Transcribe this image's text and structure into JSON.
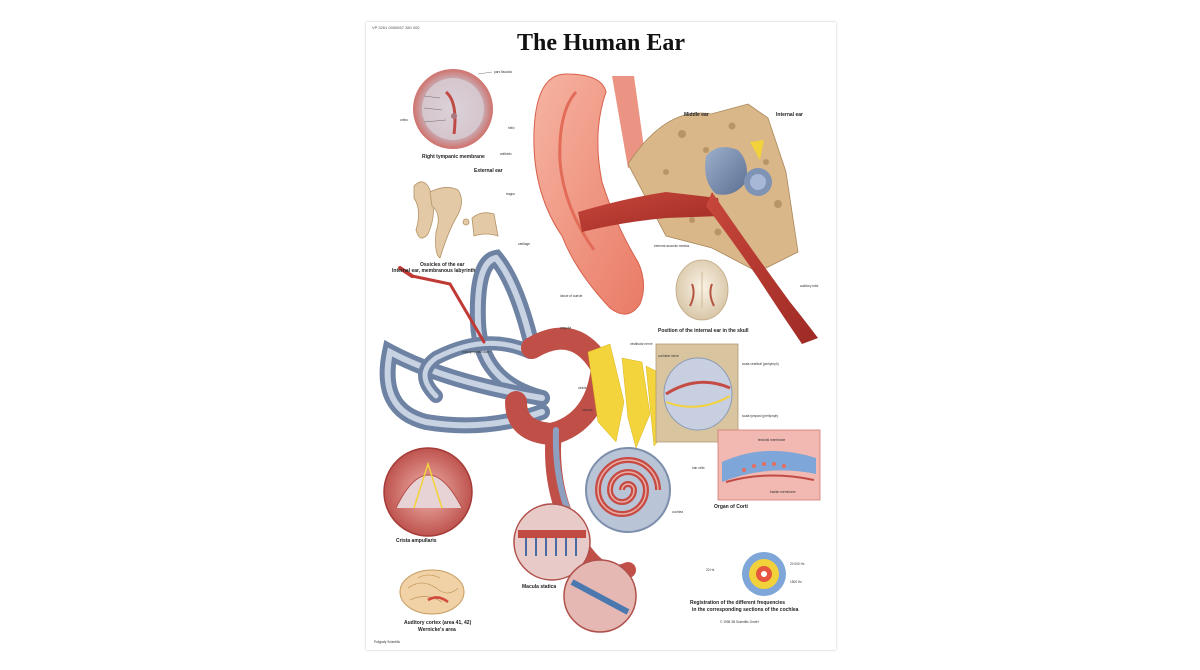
{
  "poster": {
    "title": "The Human Ear",
    "code": "VP 3261 0000657 280 000",
    "publisher": "© 1998 3B Scientific GmbH",
    "footer_left": "Poligrafy Scientific"
  },
  "captions": {
    "tympanic": "Right tympanic membrane",
    "ossicles": "Ossicles of the ear",
    "labyrinth": "Internal ear, membranous labyrinth",
    "external_ear": "External ear",
    "middle_ear": "Middle ear",
    "internal_ear": "Internal ear",
    "skull_position": "Position of the internal ear in the skull",
    "crista": "Crista ampullaris",
    "macula": "Macula statica",
    "corti": "Organ of Corti",
    "auditory_cortex_1": "Auditory cortex (area 41, 42)",
    "auditory_cortex_2": "Wernicke's area",
    "frequency_1": "Registration of the different frequencies",
    "frequency_2": "in the corresponding sections of the cochlea"
  },
  "labels": {
    "pars_flaccida": "pars flaccida",
    "umbo": "umbo",
    "lobule": "lobule of auricle",
    "helix": "helix",
    "antihelix": "antihelix",
    "tragus": "tragus",
    "cartilage": "cartilage",
    "ext_meatus": "external acoustic meatus",
    "eustachian": "auditory tube",
    "cochlea": "cochlea",
    "vestibular_nerve": "vestibular nerve",
    "cochlear_nerve": "cochlear nerve",
    "utricle": "utricle",
    "saccule": "saccule",
    "ampulla": "ampulla",
    "endolymphatic_duct": "endolymphatic duct",
    "scala_vestibuli": "scala vestibuli (perilymph)",
    "scala_tympani": "scala tympani (perilymph)",
    "tectorial": "tectorial membrane",
    "hair_cells": "hair cells",
    "basilar": "basilar membrane",
    "freq_a": "20 000 Hz",
    "freq_b": "1500 Hz",
    "freq_c": "20 Hz"
  }
}
